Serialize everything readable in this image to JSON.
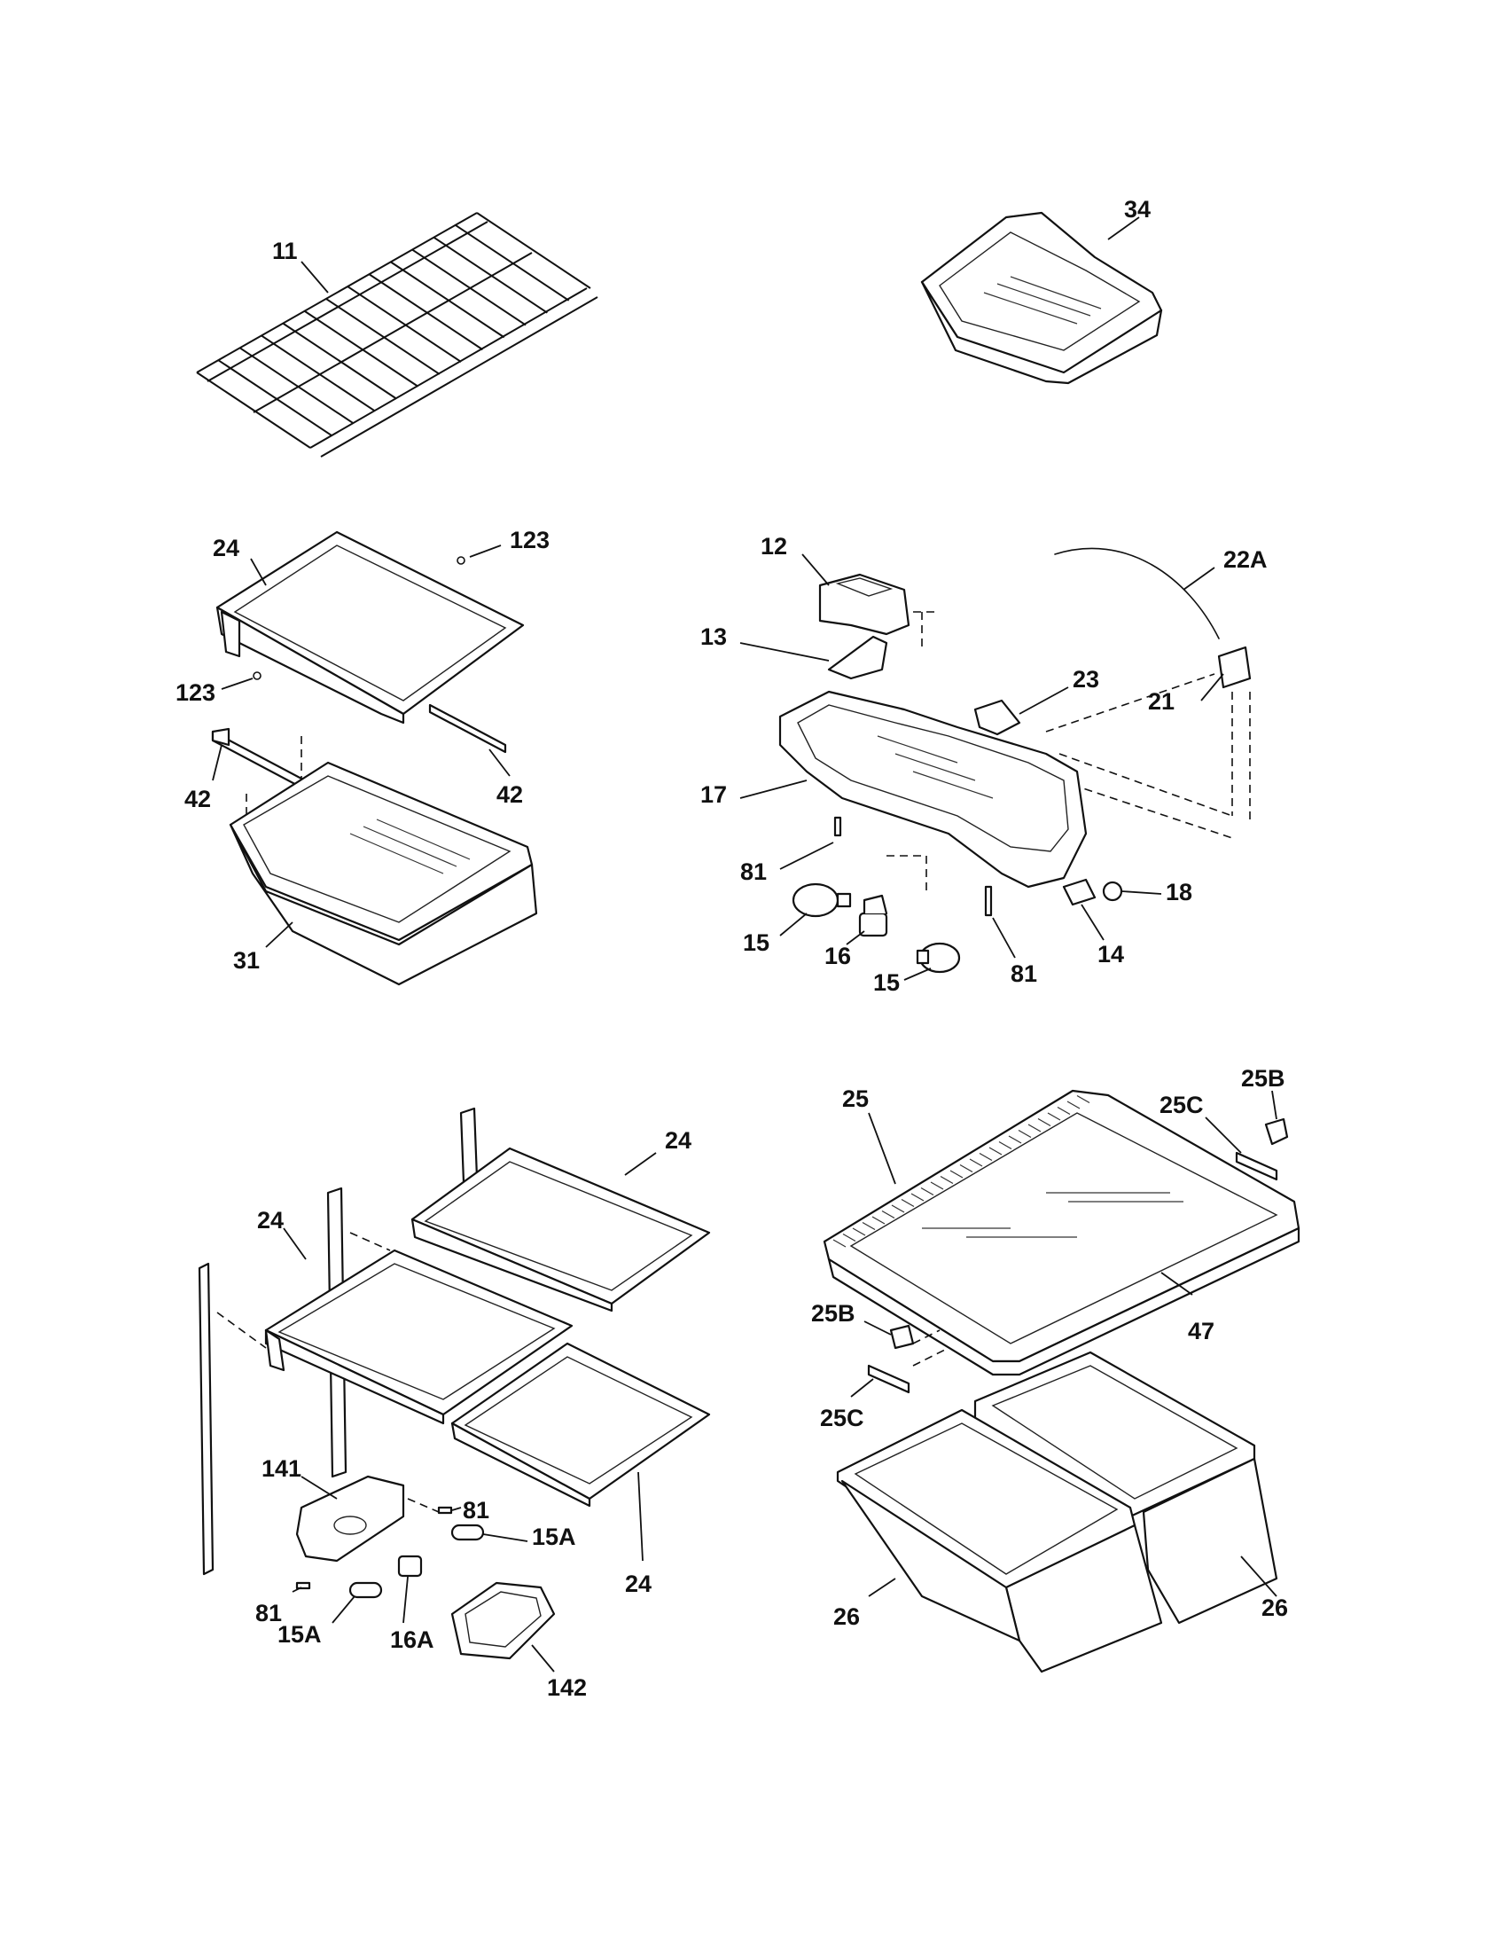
{
  "callouts": {
    "c11": "11",
    "c34": "34",
    "c24a": "24",
    "c123a": "123",
    "c123b": "123",
    "c42a": "42",
    "c42b": "42",
    "c31": "31",
    "c12": "12",
    "c22a": "22A",
    "c13": "13",
    "c23": "23",
    "c21": "21",
    "c17": "17",
    "c81a": "81",
    "c18": "18",
    "c15a": "15",
    "c16": "16",
    "c15b": "15",
    "c81b": "81",
    "c14": "14",
    "c25": "25",
    "c25c_a": "25C",
    "c25b_a": "25B",
    "c24b": "24",
    "c24c": "24",
    "c47": "47",
    "c25b_b": "25B",
    "c25c_b": "25C",
    "c24d": "24",
    "c141": "141",
    "c81c": "81",
    "c15a_a": "15A",
    "c81d": "81",
    "c15a_b": "15A",
    "c16a": "16A",
    "c142": "142",
    "c26a": "26",
    "c26b": "26"
  },
  "colors": {
    "line": "#111111",
    "background": "#ffffff"
  }
}
